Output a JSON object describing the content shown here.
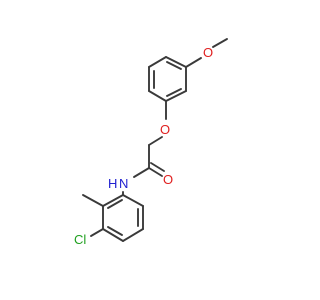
{
  "molecule": {
    "atoms": {
      "methoxy_oxygen": {
        "label": "O",
        "color": "#e02020"
      },
      "ether_oxygen": {
        "label": "O",
        "color": "#e02020"
      },
      "carbonyl_oxygen": {
        "label": "O",
        "color": "#e02020"
      },
      "amide_nitrogen": {
        "label": "N",
        "color": "#2020d0"
      },
      "amide_hydrogen": {
        "label": "H",
        "color": "#2020d0"
      },
      "chlorine": {
        "label": "Cl",
        "color": "#20a020"
      }
    },
    "bond_color": "#3a3a3a"
  }
}
